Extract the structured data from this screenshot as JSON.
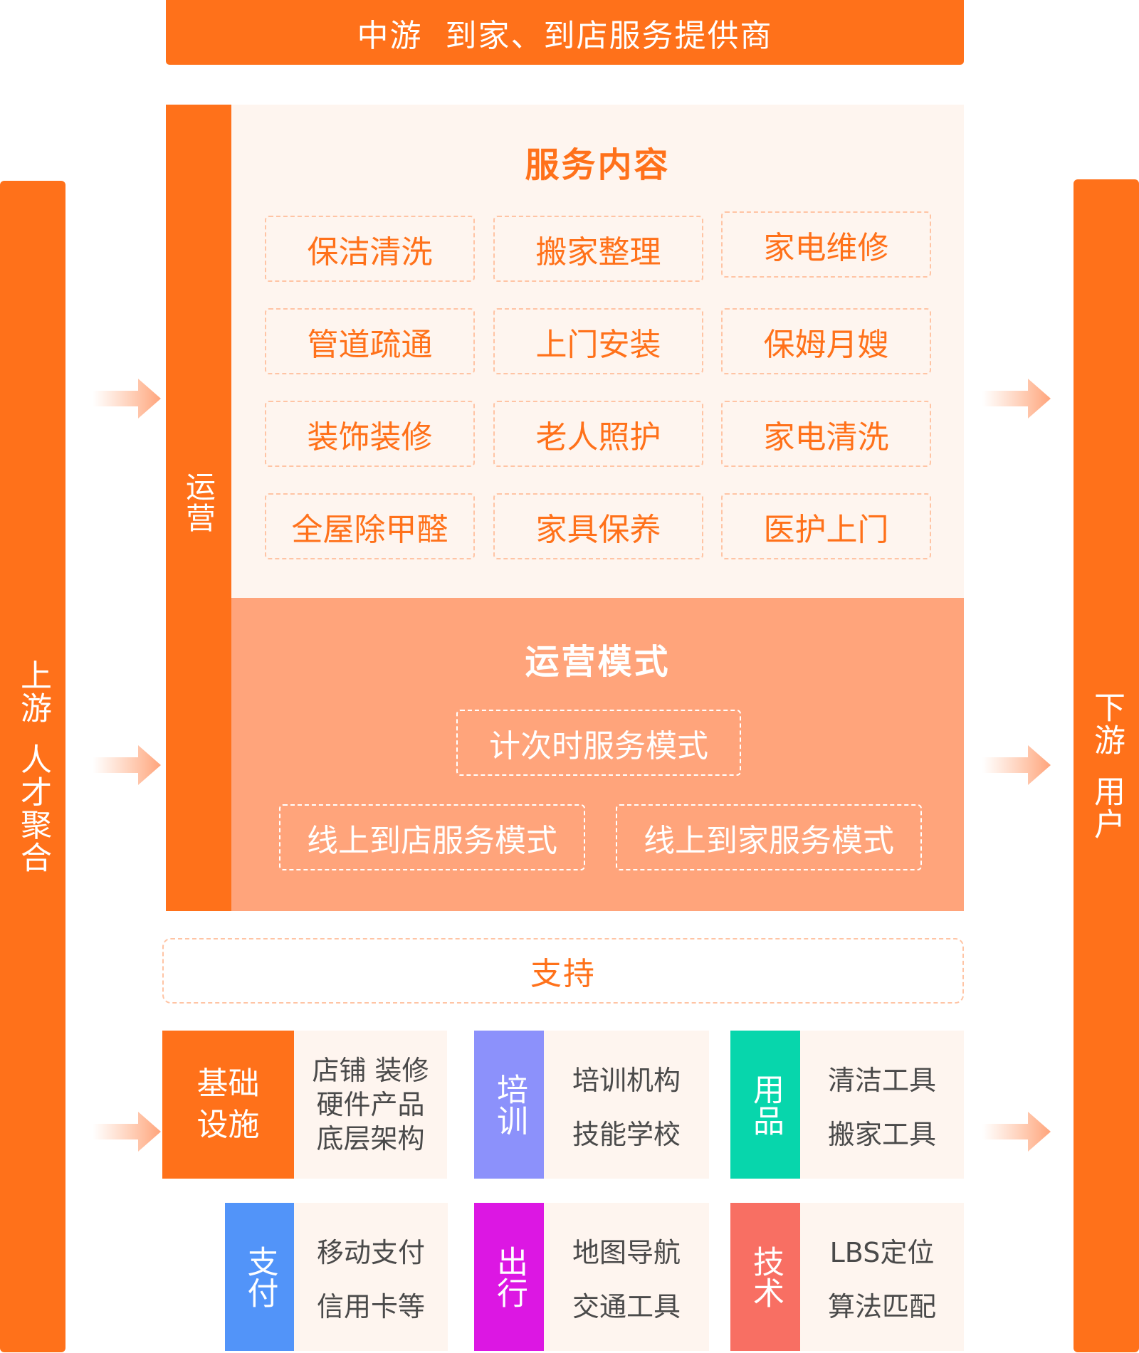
{
  "top_banner": {
    "label": "中游  到家、到店服务提供商"
  },
  "left_bar": {
    "line1": "上游",
    "line2": "人才聚合"
  },
  "right_bar": {
    "line1": "下游",
    "line2": "用户"
  },
  "operations": {
    "strip_label": "运营",
    "service_content": {
      "title": "服务内容",
      "items": [
        "保洁清洗",
        "搬家整理",
        "家电维修",
        "管道疏通",
        "上门安装",
        "保姆月嫂",
        "装饰装修",
        "老人照护",
        "家电清洗",
        "全屋除甲醛",
        "家具保养",
        "医护上门"
      ]
    },
    "operating_mode": {
      "title": "运营模式",
      "items": [
        "计次时服务模式",
        "线上到店服务模式",
        "线上到家服务模式"
      ]
    }
  },
  "support": {
    "title": "支持",
    "cards": [
      {
        "tag": "基础设施",
        "tag_lines": [
          "基础",
          "设施"
        ],
        "items": [
          "店铺 装修",
          "硬件产品",
          "底层架构"
        ],
        "color": "#ff711a"
      },
      {
        "tag": "培训",
        "items": [
          "培训机构",
          "技能学校"
        ],
        "color": "#8c91fb"
      },
      {
        "tag": "用品",
        "items": [
          "清洁工具",
          "搬家工具"
        ],
        "color": "#07d6ac"
      },
      {
        "tag": "支付",
        "items": [
          "移动支付",
          "信用卡等"
        ],
        "color": "#5294f9"
      },
      {
        "tag": "出行",
        "items": [
          "地图导航",
          "交通工具"
        ],
        "color": "#dc17e3"
      },
      {
        "tag": "技术",
        "items": [
          "LBS定位",
          "算法匹配"
        ],
        "color": "#f86f63"
      }
    ]
  },
  "colors": {
    "primary": "#ff711a",
    "light_bg": "#fef5ef",
    "mode_bg": "#ffa47b",
    "dashed_border": "#ffc4a4"
  }
}
